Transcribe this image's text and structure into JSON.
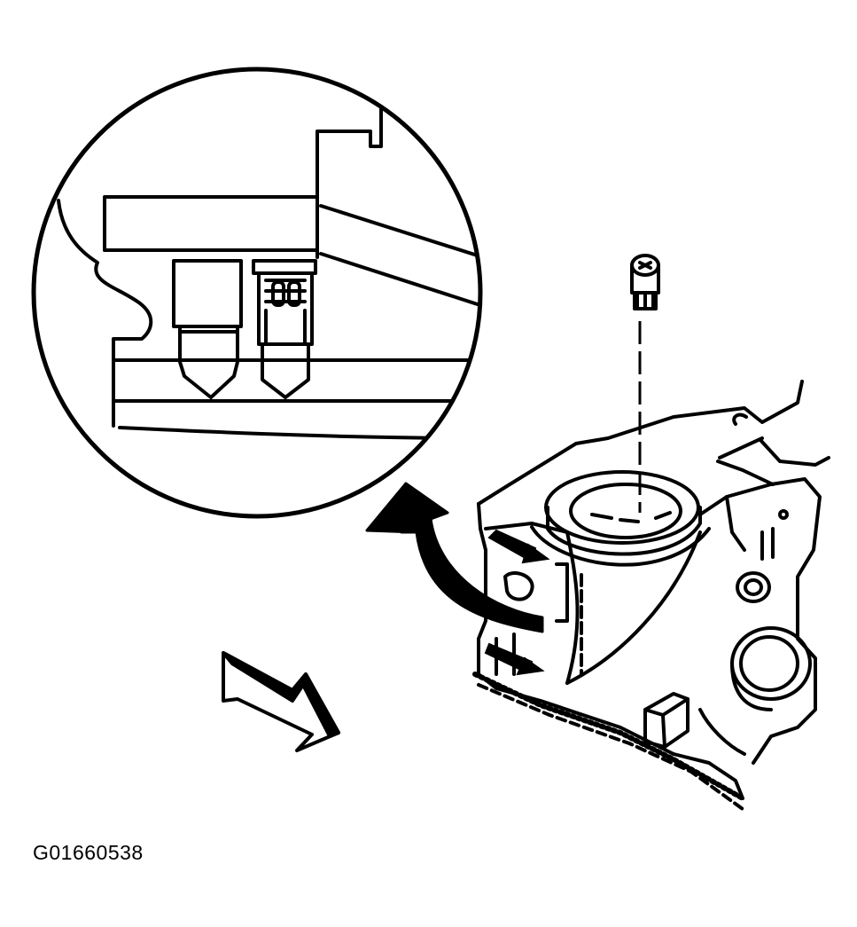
{
  "figure": {
    "id_label": "G01660538"
  },
  "colors": {
    "ink": "#000000",
    "paper": "#ffffff"
  },
  "parts": {
    "magnifier": "detail-magnifier",
    "sensor": "sensor-plug",
    "housing": "engine-housing",
    "callout": "callout-arrow",
    "direction": "front-direction-arrow"
  }
}
